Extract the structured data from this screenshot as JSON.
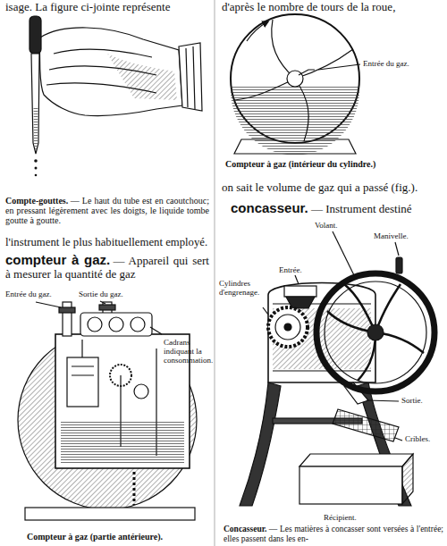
{
  "diagram": {
    "labels": [
      "isage. La figure ci-jointe représente",
      "Compte-gouttes.",
      "— Le haut du tube est en caoutchouc; en pressant légèrement avec les doigts, le liquide tombe goutte à goutte.",
      "l'instrument le plus habituellement employé.",
      "compteur à gaz.",
      "— Appareil qui sert à mesurer la quantité de gaz",
      "Entrée du gaz.",
      "Sortie du gaz.",
      "Cadrans indiquant la consommation.",
      "Compteur à gaz (partie antérieure).",
      "d'après le nombre de tours de la roue,",
      "Entrée du gaz.",
      "Compteur à gaz (intérieur du cylindre.)",
      "on sait le volume de gaz qui a passé (fig.).",
      "concasseur.",
      "— Instrument destiné",
      "Volant.",
      "Manivelle.",
      "Entrée.",
      "Cylindres d'engrenage.",
      "Sortie.",
      "Cribles.",
      "Récipient.",
      "Concasseur.",
      "— Les matières à concasser sont versées à l'entrée; elles passent dans les en-"
    ]
  }
}
